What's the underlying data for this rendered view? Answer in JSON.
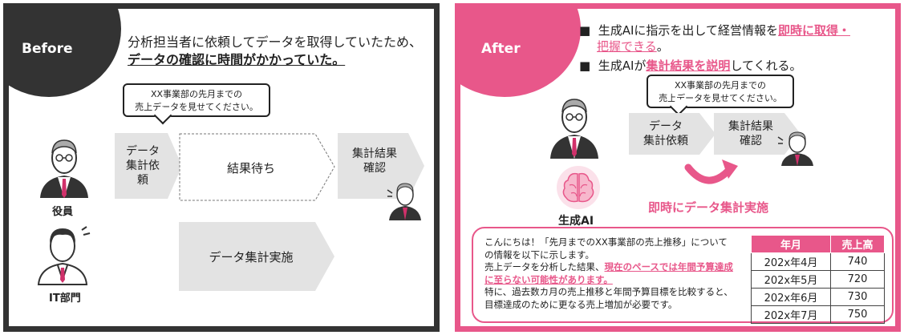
{
  "before": {
    "corner_label": "Before",
    "headline_line1": "分析担当者に依頼してデータを取得していたため、",
    "headline_line2": "データの確認に時間がかかっていた。",
    "bubble_line1": "XX事業部の先月までの",
    "bubble_line2": "売上データを見せてください。",
    "step_request": [
      "データ",
      "集計依",
      "頼"
    ],
    "step_wait": "結果待ち",
    "step_confirm": [
      "集計結果",
      "確認"
    ],
    "step_execute": "データ集計実施",
    "role_exec": "役員",
    "role_it": "IT部門"
  },
  "after": {
    "corner_label": "After",
    "bullet1_pre": "生成AIに指示を出して経営情報を",
    "bullet1_hl": "即時に取得・",
    "bullet1_hl2": "把握できる",
    "bullet1_end": "。",
    "bullet2_pre": "生成AIが",
    "bullet2_hl": "集計結果を説明",
    "bullet2_end": "してくれる。",
    "bullet_mark": "■",
    "bubble_line1": "XX事業部の先月までの",
    "bubble_line2": "売上データを見せてください。",
    "step_request": [
      "データ",
      "集計依頼"
    ],
    "step_confirm": [
      "集計結果",
      "確認"
    ],
    "instant_label": "即時にデータ集計実施",
    "ai_label": "生成AI",
    "response": {
      "p1": "こんにちは！「先月までのXX事業部の売上推移」について の情報を以下に示します。",
      "p2_pre": "売上データを分析した結果、",
      "p2_hl": "現在のペースでは年間予算達成に至らない可能性があります。",
      "p3": "特に、過去数カ月の売上推移と年間予算目標を比較すると、目標達成のために更なる売上増加が必要です。"
    },
    "table": {
      "headers": [
        "年月",
        "売上高"
      ],
      "rows": [
        [
          "202x年4月",
          "740"
        ],
        [
          "202x年5月",
          "720"
        ],
        [
          "202x年6月",
          "730"
        ],
        [
          "202x年7月",
          "750"
        ]
      ]
    }
  },
  "colors": {
    "dark": "#333333",
    "accent": "#e8578a",
    "arrow_gray": "#e3e3e3"
  },
  "icons": [
    "businessman-icon",
    "it-worker-icon",
    "brain-icon",
    "curved-arrow-icon"
  ]
}
